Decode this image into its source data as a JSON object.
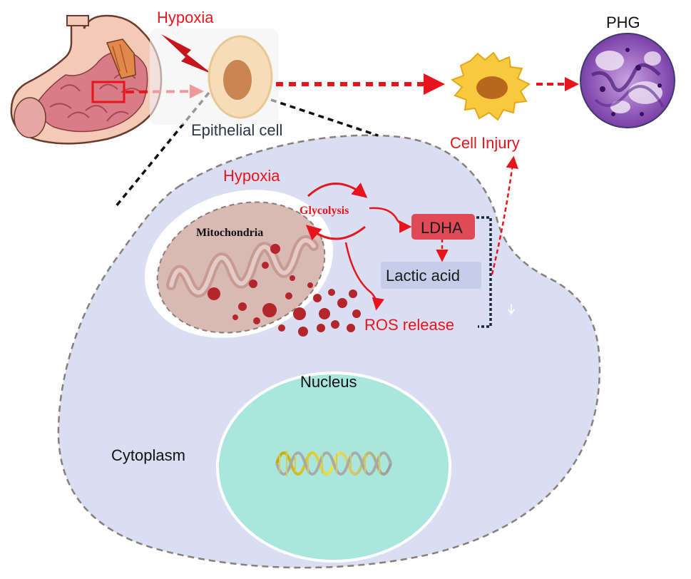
{
  "labels": {
    "hypoxia_top": "Hypoxia",
    "epithelial_cell": "Epithelial cell",
    "cell_injury": "Cell Injury",
    "phg": "PHG",
    "hypoxia_inner": "Hypoxia",
    "glycolysis": "Glycolysis",
    "mitochondria": "Mitochondria",
    "ldha": "LDHA",
    "lactic_acid": "Lactic acid",
    "ros_release": "ROS release",
    "nucleus": "Nucleus",
    "cytoplasm": "Cytoplasm"
  },
  "colors": {
    "red": "#e8141c",
    "dark_red": "#b22222",
    "cell_fill": "#d9def2",
    "nucleus_fill": "#a8e6de",
    "ldha_fill": "#de4a55",
    "lactic_fill": "#c5cde8",
    "mito_fill": "#d9b9b4",
    "ros_dot": "#b3262c",
    "outline_gray": "#8a7e78"
  },
  "icons": [
    "stomach-icon",
    "epithelial-cell-icon",
    "injured-cell-icon",
    "phg-histology-icon",
    "lightning-icon",
    "dna-icon",
    "mitochondrion-icon"
  ]
}
